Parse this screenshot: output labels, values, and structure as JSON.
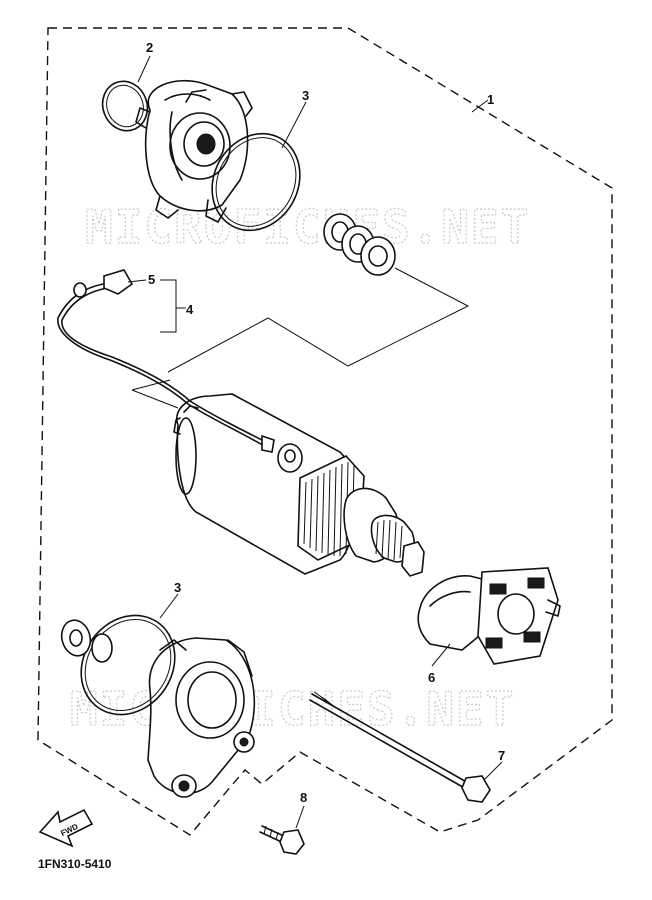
{
  "callouts": {
    "c1": "1",
    "c2": "2",
    "c3a": "3",
    "c3b": "3",
    "c4": "4",
    "c5": "5",
    "c6": "6",
    "c7": "7",
    "c8": "8"
  },
  "watermark": {
    "upper": "MICROFICHES.NET",
    "lower": "MICROFICHES.NET"
  },
  "fwd_label": "FWD",
  "diagram_code": "1FN310-5410"
}
